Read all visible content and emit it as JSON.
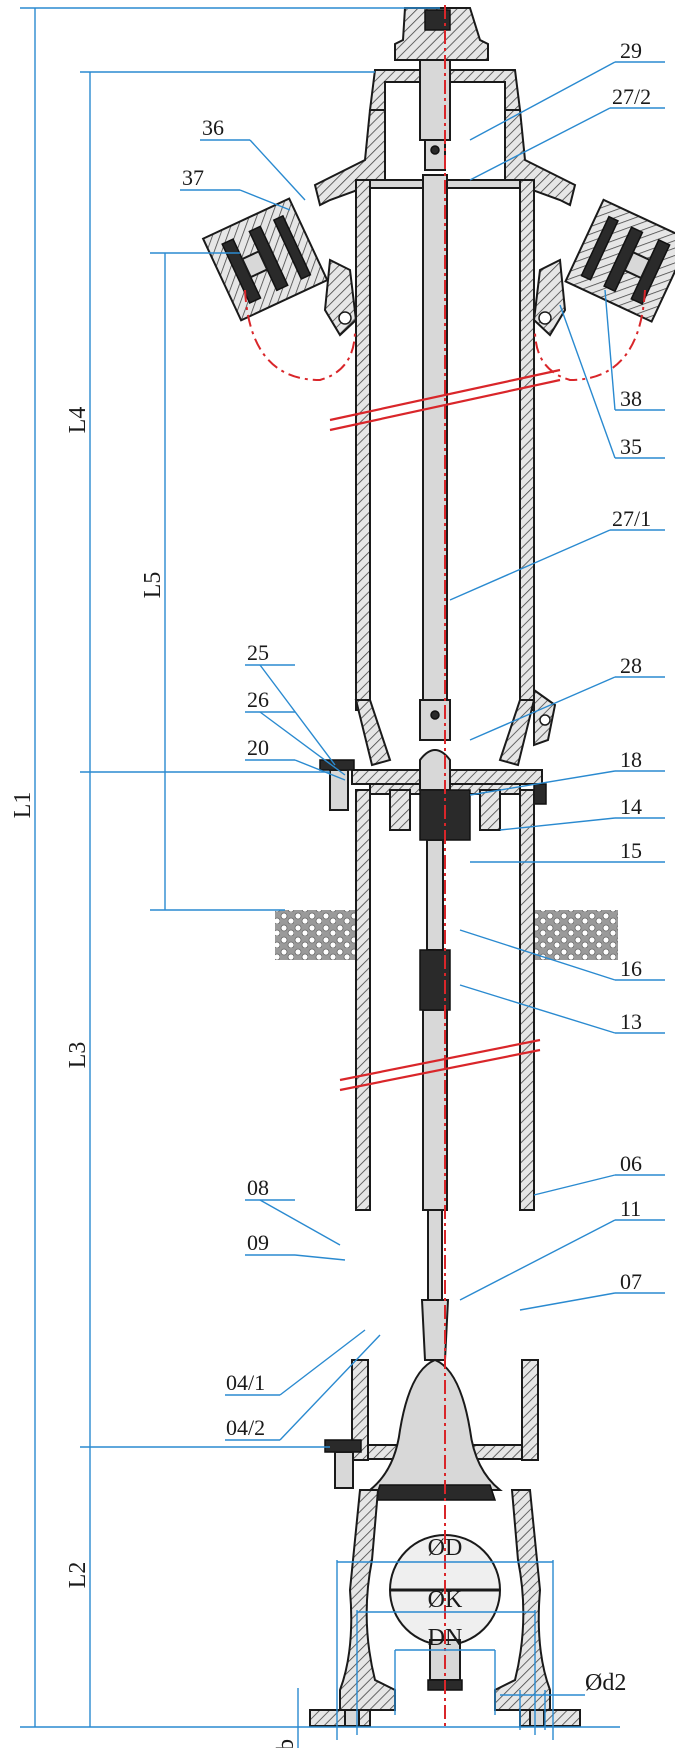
{
  "parts": [
    {
      "id": "29",
      "label": "29"
    },
    {
      "id": "27/2",
      "label": "27/2"
    },
    {
      "id": "36",
      "label": "36"
    },
    {
      "id": "37",
      "label": "37"
    },
    {
      "id": "38",
      "label": "38"
    },
    {
      "id": "35",
      "label": "35"
    },
    {
      "id": "27/1",
      "label": "27/1"
    },
    {
      "id": "28",
      "label": "28"
    },
    {
      "id": "25",
      "label": "25"
    },
    {
      "id": "26",
      "label": "26"
    },
    {
      "id": "20",
      "label": "20"
    },
    {
      "id": "18",
      "label": "18"
    },
    {
      "id": "14",
      "label": "14"
    },
    {
      "id": "15",
      "label": "15"
    },
    {
      "id": "16",
      "label": "16"
    },
    {
      "id": "13",
      "label": "13"
    },
    {
      "id": "06",
      "label": "06"
    },
    {
      "id": "11",
      "label": "11"
    },
    {
      "id": "08",
      "label": "08"
    },
    {
      "id": "07",
      "label": "07"
    },
    {
      "id": "09",
      "label": "09"
    },
    {
      "id": "04/1",
      "label": "04/1"
    },
    {
      "id": "04/2",
      "label": "04/2"
    }
  ],
  "dimensions": {
    "L1": "L1",
    "L2": "L2",
    "L3": "L3",
    "L4": "L4",
    "L5": "L5",
    "b": "b",
    "DN": "DN",
    "K": "ØK",
    "D": "ØD",
    "d2": "Ød2"
  },
  "colors": {
    "outline": "#1a1a1a",
    "dimension": "#2a8ad0",
    "centerline": "#d9262a",
    "metal_fill": "#d8d8d8"
  }
}
